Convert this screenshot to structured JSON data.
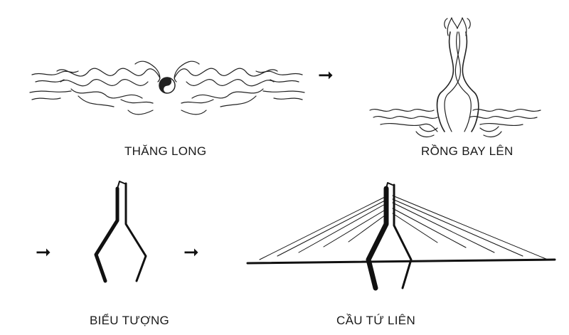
{
  "captions": {
    "thang_long": "THĂNG LONG",
    "rong_bay_len": "RỒNG BAY LÊN",
    "bieu_tuong": "BIỂU TƯỢNG",
    "cau_tu_lien": "CẦU TỨ LIÊN"
  },
  "arrows": {
    "a1": "➞",
    "a2": "➞",
    "a3": "➞"
  },
  "icons": {
    "yin_yang": "yin-yang-icon",
    "dragon": "dragon-icon"
  },
  "colors": {
    "ink": "#111111",
    "paper": "#ffffff"
  }
}
